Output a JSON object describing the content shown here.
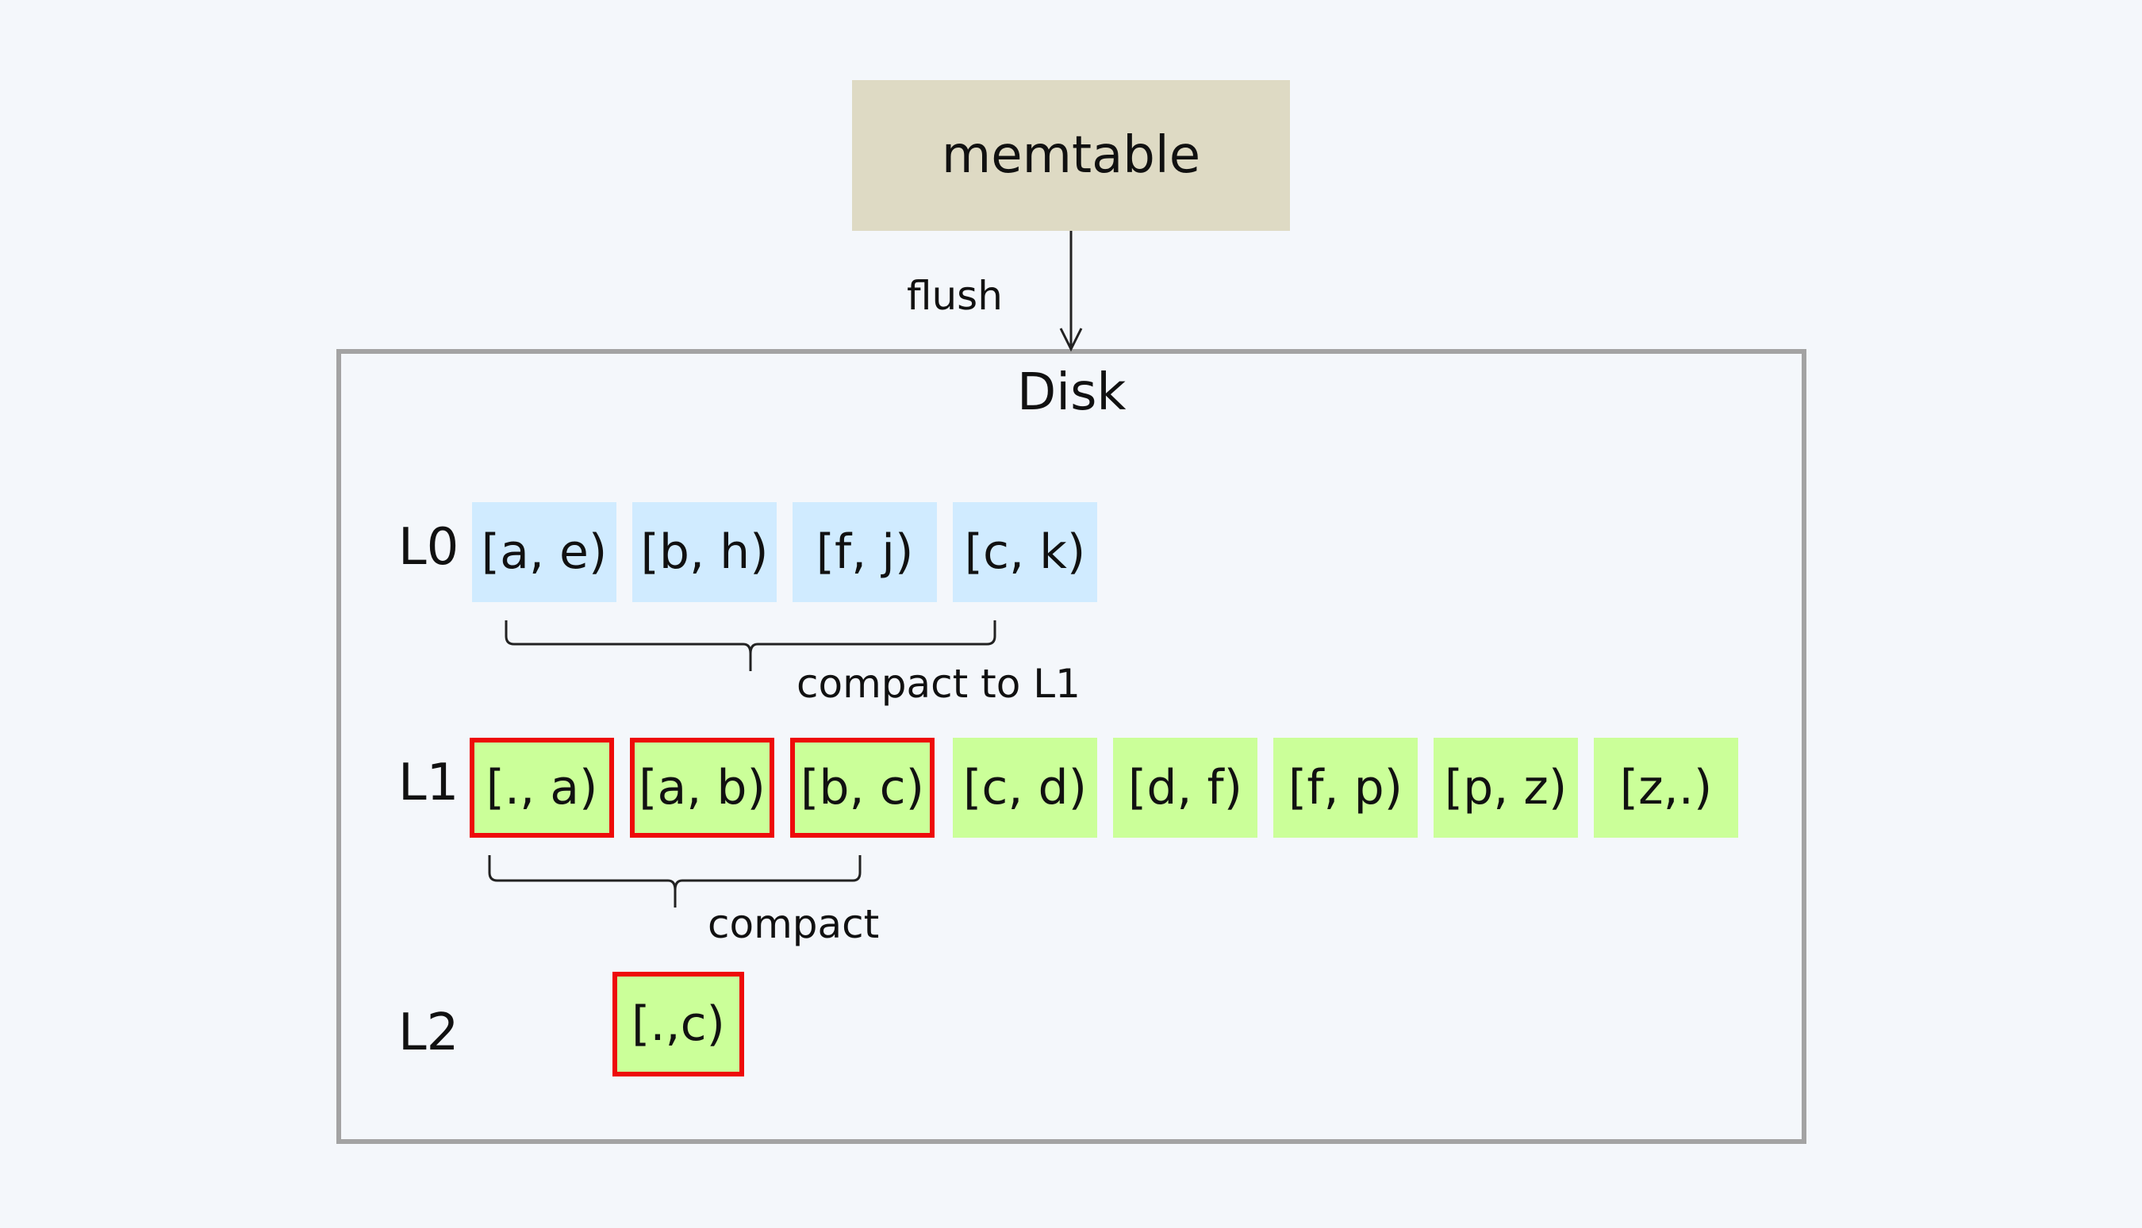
{
  "memtable": {
    "label": "memtable"
  },
  "flush": {
    "label": "flush"
  },
  "disk": {
    "title": "Disk"
  },
  "levels": {
    "l0": {
      "label": "L0",
      "tables": [
        "[a, e)",
        "[b, h)",
        "[f, j)",
        "[c, k)"
      ]
    },
    "l1": {
      "label": "L1",
      "tables": [
        "[., a)",
        "[a, b)",
        "[b, c)",
        "[c, d)",
        "[d, f)",
        "[f, p)",
        "[p, z)",
        "[z,.)"
      ],
      "selected": [
        0,
        1,
        2
      ]
    },
    "l2": {
      "label": "L2",
      "tables": [
        "[.,c)"
      ]
    }
  },
  "annotations": {
    "compact_to_l1": "compact to L1",
    "compact": "compact"
  },
  "colors": {
    "background": "#f4f7fb",
    "memtable_fill": "#dedac4",
    "disk_border": "#a3a3a3",
    "l0_fill": "#d0ebff",
    "l1_fill": "#cbff99",
    "selected_border": "#ee0a0a",
    "line": "#222222"
  }
}
